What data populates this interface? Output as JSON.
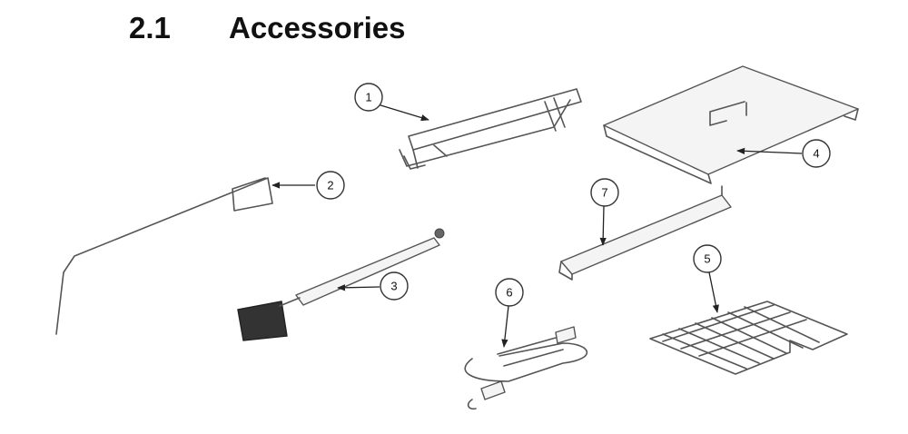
{
  "section": {
    "number": "2.1",
    "title": "Accessories"
  },
  "callouts": [
    "1",
    "2",
    "3",
    "4",
    "5",
    "6",
    "7"
  ]
}
